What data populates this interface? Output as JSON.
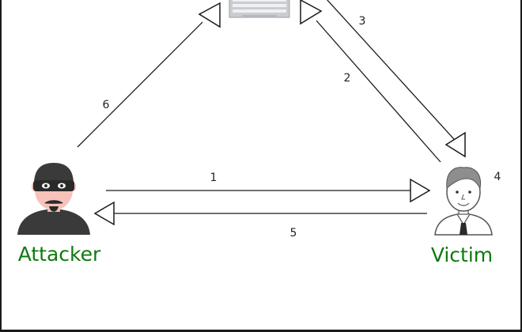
{
  "actors": {
    "attacker": {
      "label": "Attacker"
    },
    "victim": {
      "label": "Victim"
    },
    "server": {
      "label": ""
    }
  },
  "steps": {
    "s1": "1",
    "s2": "2",
    "s3": "3",
    "s4": "4",
    "s5": "5",
    "s6": "6"
  },
  "colors": {
    "label": "#0e7a0e",
    "line": "#1a1a1a",
    "arrowhead_fill": "#ffffff"
  }
}
